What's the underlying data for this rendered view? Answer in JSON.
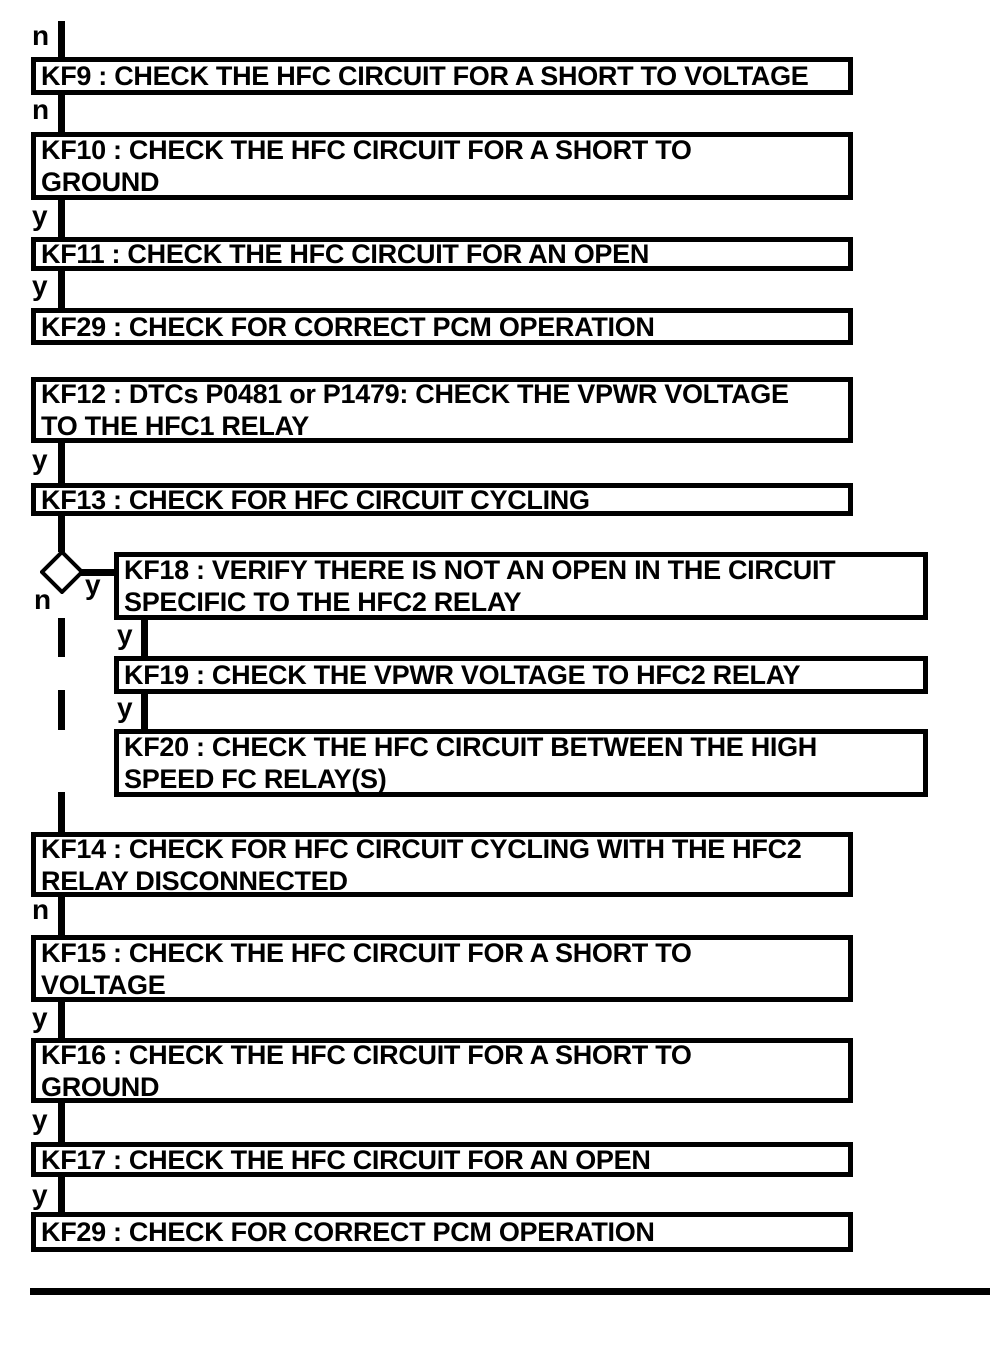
{
  "diagram": {
    "type": "flowchart",
    "title": "HFC pinpoint test flowchart",
    "colors": {
      "line": "#000000",
      "background": "#ffffff",
      "node_fill": "#ffffff"
    },
    "nodes": {
      "kf9": {
        "id": "KF9",
        "label": "KF9 : CHECK THE HFC CIRCUIT FOR A SHORT TO VOLTAGE"
      },
      "kf10": {
        "id": "KF10",
        "label": "KF10 : CHECK THE HFC CIRCUIT FOR A SHORT TO\nGROUND"
      },
      "kf11": {
        "id": "KF11",
        "label": "KF11 : CHECK THE HFC CIRCUIT FOR AN OPEN"
      },
      "kf29a": {
        "id": "KF29",
        "label": "KF29 : CHECK FOR CORRECT PCM OPERATION"
      },
      "kf12": {
        "id": "KF12",
        "label": "KF12 : DTCs P0481 or P1479: CHECK THE VPWR VOLTAGE\nTO THE HFC1 RELAY"
      },
      "kf13": {
        "id": "KF13",
        "label": "KF13 : CHECK FOR HFC CIRCUIT CYCLING"
      },
      "kf18": {
        "id": "KF18",
        "label": "KF18 : VERIFY THERE IS NOT AN OPEN IN THE CIRCUIT\nSPECIFIC TO THE HFC2 RELAY"
      },
      "kf19": {
        "id": "KF19",
        "label": "KF19 : CHECK THE VPWR VOLTAGE TO HFC2 RELAY"
      },
      "kf20": {
        "id": "KF20",
        "label": "KF20 : CHECK THE HFC CIRCUIT BETWEEN THE HIGH\nSPEED FC RELAY(S)"
      },
      "kf14": {
        "id": "KF14",
        "label": "KF14 : CHECK FOR HFC CIRCUIT CYCLING WITH THE HFC2\nRELAY DISCONNECTED"
      },
      "kf15": {
        "id": "KF15",
        "label": "KF15 : CHECK THE HFC CIRCUIT FOR A SHORT TO\nVOLTAGE"
      },
      "kf16": {
        "id": "KF16",
        "label": "KF16 : CHECK THE HFC CIRCUIT FOR A SHORT TO\nGROUND"
      },
      "kf17": {
        "id": "KF17",
        "label": "KF17 : CHECK THE HFC CIRCUIT FOR AN OPEN"
      },
      "kf29b": {
        "id": "KF29",
        "label": "KF29 : CHECK FOR CORRECT PCM OPERATION"
      }
    },
    "edge_labels": {
      "into_kf9": "n",
      "kf9_kf10": "n",
      "kf10_kf11": "y",
      "kf11_kf29a": "y",
      "kf12_kf13": "y",
      "decision_yes": "y",
      "decision_no": "n",
      "kf18_kf19": "y",
      "kf19_kf20": "y",
      "kf14_kf15": "n",
      "kf15_kf16": "y",
      "kf16_kf17": "y",
      "kf17_kf29b": "y"
    }
  }
}
